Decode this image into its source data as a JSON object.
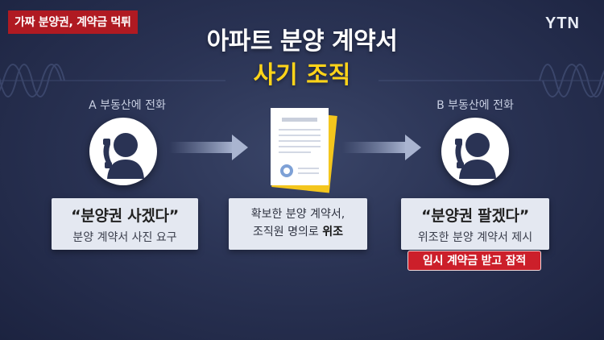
{
  "header": {
    "tag": "가짜 분양권, 계약금 먹튀",
    "logo": "YTN"
  },
  "title": {
    "line1": "아파트 분양 계약서",
    "line2": "사기 조직"
  },
  "left": {
    "label": "A 부동산에 전화",
    "quote": "“분양권 사겠다”",
    "sub": "분양 계약서 사진 요구"
  },
  "middle": {
    "line1": "확보한 분양 계약서,",
    "line2_prefix": "조직원 명의로 ",
    "line2_bold": "위조"
  },
  "right": {
    "label": "B 부동산에 전화",
    "quote": "“분양권 팔겠다”",
    "sub": "위조한 분양 계약서 제시",
    "badge": "임시 계약금 받고 잠적"
  },
  "colors": {
    "accent_yellow": "#ffd419",
    "tag_red": "#b01a22",
    "badge_red": "#cc1f2a",
    "background": "#2a3354"
  },
  "icons": [
    "phone-caller-icon",
    "arrow-right-icon",
    "contract-document-icon"
  ]
}
